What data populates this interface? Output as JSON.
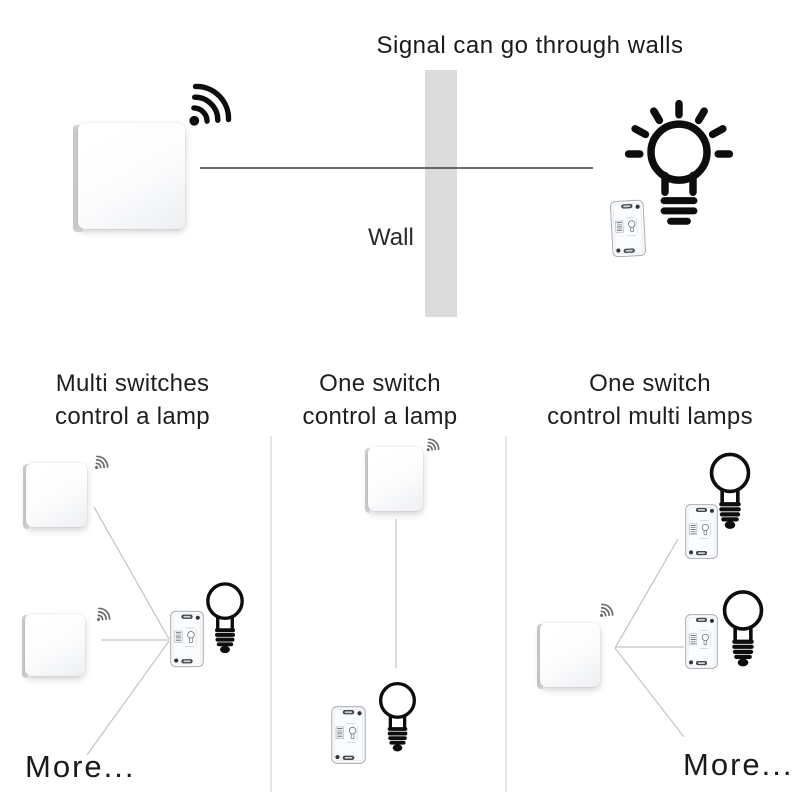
{
  "header": {
    "title": "Signal can go through walls"
  },
  "top_diagram": {
    "wall_label": "Wall",
    "left_device": "wireless wall switch",
    "right_device": "receiver module with glowing bulb"
  },
  "columns": [
    {
      "heading_line1": "Multi switches",
      "heading_line2": "control a lamp",
      "more_label": "More...",
      "switch_count": 2,
      "lamp_count": 1
    },
    {
      "heading_line1": "One switch",
      "heading_line2": "control a lamp",
      "switch_count": 1,
      "lamp_count": 1
    },
    {
      "heading_line1": "One switch",
      "heading_line2": "control multi lamps",
      "more_label": "More...",
      "switch_count": 1,
      "lamp_count": 2
    }
  ],
  "icons": {
    "wifi": "wifi-signal-icon",
    "glow_bulb": "glowing-bulb-icon",
    "socket_bulb": "bulb-icon",
    "receiver": "rf-receiver-module",
    "switch": "wall-switch"
  },
  "colors": {
    "background": "#ffffff",
    "text": "#1c1c1c",
    "icon_black": "#0d0d0d",
    "wifi_small_gray": "#6b6b6b",
    "wall_gray": "#dcdcdc",
    "divider_gray": "#dbdbdb",
    "connector_gray": "#c3c3c3",
    "signal_line_dark": "#3f3f3f"
  }
}
